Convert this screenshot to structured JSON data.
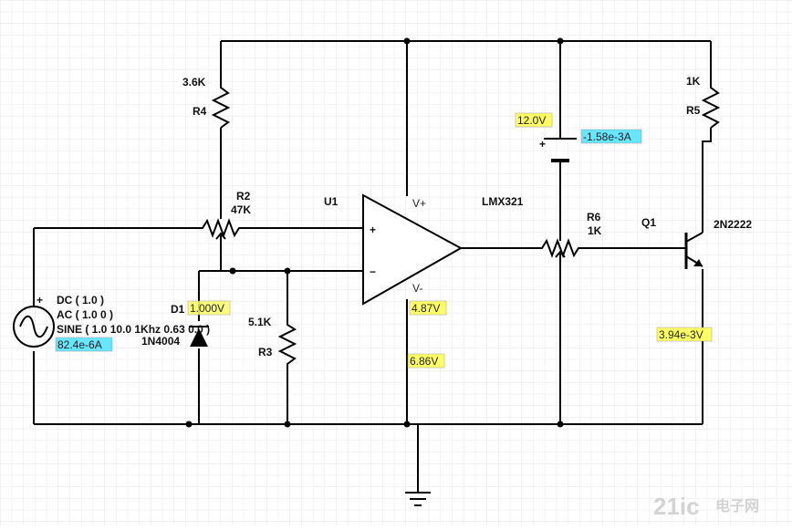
{
  "colors": {
    "background": "#ffffff",
    "grid_line": "#e4e4e4",
    "wire": "#000000",
    "voltage_probe_bg": "#ffff66",
    "current_probe_bg": "#66e6ff"
  },
  "components": {
    "source": {
      "dc": "DC ( 1.0 )",
      "ac": "AC ( 1.0 0 )",
      "sine": "SINE ( 1.0 10.0 1Khz 0.63 0.0 )",
      "plus": "+"
    },
    "r4": {
      "value": "3.6K",
      "ref": "R4"
    },
    "r2": {
      "ref": "R2",
      "value": "47K"
    },
    "u1": {
      "ref": "U1",
      "part": "LMX321",
      "vplus": "V+",
      "vminus": "V-",
      "in_plus": "+",
      "in_minus": "−"
    },
    "d1": {
      "ref": "D1",
      "part": "1N4004"
    },
    "r3": {
      "value": "5.1K",
      "ref": "R3"
    },
    "r6": {
      "ref": "R6",
      "value": "1K"
    },
    "q1": {
      "ref": "Q1",
      "part": "2N2222"
    },
    "r5": {
      "value": "1K",
      "ref": "R5"
    },
    "battery": {
      "plus": "+"
    }
  },
  "probes": {
    "battery_voltage": "12.0V",
    "battery_current": "-1.58e-3A",
    "source_current": "82.4e-6A",
    "diode_voltage": "1.000V",
    "opamp_vminus": "4.87V",
    "opamp_bottom": "6.86V",
    "collector_voltage": "3.94e-3V"
  },
  "watermark": {
    "text": "21ic",
    "subtext": "电子网"
  }
}
